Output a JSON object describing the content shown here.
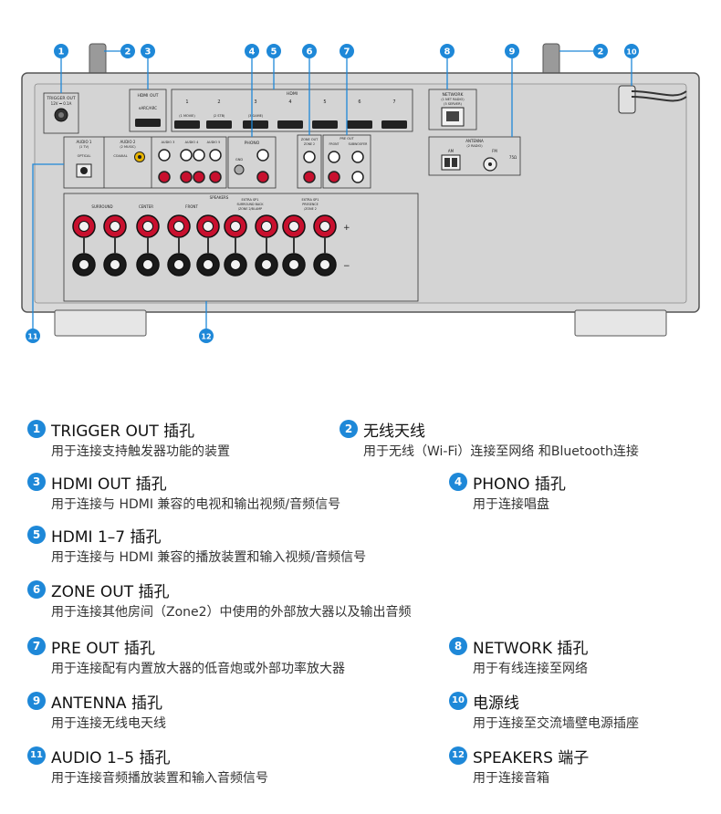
{
  "diagram": {
    "callout_numbers": [
      "1",
      "2",
      "3",
      "4",
      "5",
      "6",
      "7",
      "8",
      "9",
      "2",
      "10",
      "11",
      "12"
    ],
    "panel_labels": {
      "trigger_out": "TRIGGER OUT",
      "trigger_out_spec": "12V ⎓ 0.1A",
      "hdmi_out": "HDMI OUT",
      "hdmi_out_arc": "eARC/ARC",
      "hdmi_in": "HDMI",
      "hdmi_1": "1",
      "hdmi_2": "2",
      "hdmi_3": "3",
      "hdmi_4": "4",
      "hdmi_5": "5",
      "hdmi_6": "6",
      "hdmi_7": "7",
      "hdmi_1_sub": "(1 MOVIE)",
      "hdmi_2_sub": "(2 STB)",
      "hdmi_3_sub": "(3 GAME)",
      "network": "NETWORK",
      "network_sub1": "(1 NET RADIO)",
      "network_sub2": "(5 SERVER)",
      "audio1": "AUDIO 1",
      "audio1_sub": "(1 TV)",
      "audio1_optical": "OPTICAL",
      "audio2": "AUDIO 2",
      "audio2_sub": "(2 MUSIC)",
      "audio2_coaxial": "COAXIAL",
      "audio3": "AUDIO 3",
      "audio4": "AUDIO 4",
      "audio5": "AUDIO 5",
      "phono": "PHONO",
      "gnd": "GND",
      "zone_out": "ZONE OUT",
      "zone_out_sub": "ZONE 2",
      "pre_out": "PRE OUT",
      "front": "FRONT",
      "subwoofer": "SUBWOOFER",
      "antenna": "ANTENNA",
      "antenna_sub": "(2 RADIO)",
      "am": "AM",
      "fm": "FM",
      "fm_ohm": "75Ω",
      "speakers": "SPEAKERS",
      "surround": "SURROUND",
      "center": "CENTER",
      "front_sp": "FRONT",
      "extra_sp1": "EXTRA SP1",
      "extra_sp1_sub": "SURROUND BACK",
      "extra_sp1_sub2": "/ZONE 2/BI-AMP",
      "extra_sp2": "EXTRA SP1",
      "extra_sp2_sub": "PRESENCE",
      "extra_sp2_sub2": "/ZONE 2",
      "plus": "+",
      "minus": "−"
    }
  },
  "legend": [
    {
      "num": "1",
      "title": "TRIGGER OUT 插孔",
      "desc": "用于连接支持触发器功能的装置"
    },
    {
      "num": "2",
      "title": "无线天线",
      "desc": "用于无线（Wi-Fi）连接至网络 和Bluetooth连接"
    },
    {
      "num": "3",
      "title": "HDMI OUT 插孔",
      "desc": "用于连接与 HDMI 兼容的电视和输出视频/音频信号"
    },
    {
      "num": "4",
      "title": "PHONO 插孔",
      "desc": "用于连接唱盘"
    },
    {
      "num": "5",
      "title": "HDMI 1–7 插孔",
      "desc": "用于连接与 HDMI 兼容的播放装置和输入视频/音频信号"
    },
    {
      "num": "6",
      "title": "ZONE OUT 插孔",
      "desc": "用于连接其他房间（Zone2）中使用的外部放大器以及输出音频"
    },
    {
      "num": "7",
      "title": "PRE OUT 插孔",
      "desc": "用于连接配有内置放大器的低音炮或外部功率放大器"
    },
    {
      "num": "8",
      "title": "NETWORK 插孔",
      "desc": "用于有线连接至网络"
    },
    {
      "num": "9",
      "title": "ANTENNA 插孔",
      "desc": "用于连接无线电天线"
    },
    {
      "num": "10",
      "title": "电源线",
      "desc": "用于连接至交流墙壁电源插座"
    },
    {
      "num": "11",
      "title": "AUDIO 1–5 插孔",
      "desc": "用于连接音频播放装置和输入音频信号"
    },
    {
      "num": "12",
      "title": "SPEAKERS 端子",
      "desc": "用于连接音箱"
    }
  ],
  "colors": {
    "badge": "#1e88d8",
    "panel": "#d9d9d9",
    "terminal_red": "#c8102e",
    "terminal_black": "#1a1a1a"
  }
}
